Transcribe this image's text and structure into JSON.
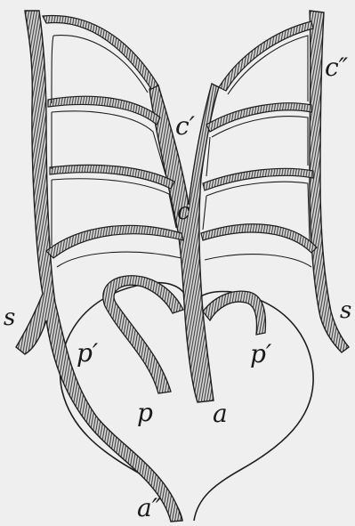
{
  "figure": {
    "labels": {
      "c_double_right": "c″",
      "c_prime": "c′",
      "c": "c",
      "s_left": "s",
      "s_right": "s",
      "p_prime_left": "p′",
      "p_prime_right": "p′",
      "p": "p",
      "a": "a",
      "a_double": "a″"
    }
  }
}
